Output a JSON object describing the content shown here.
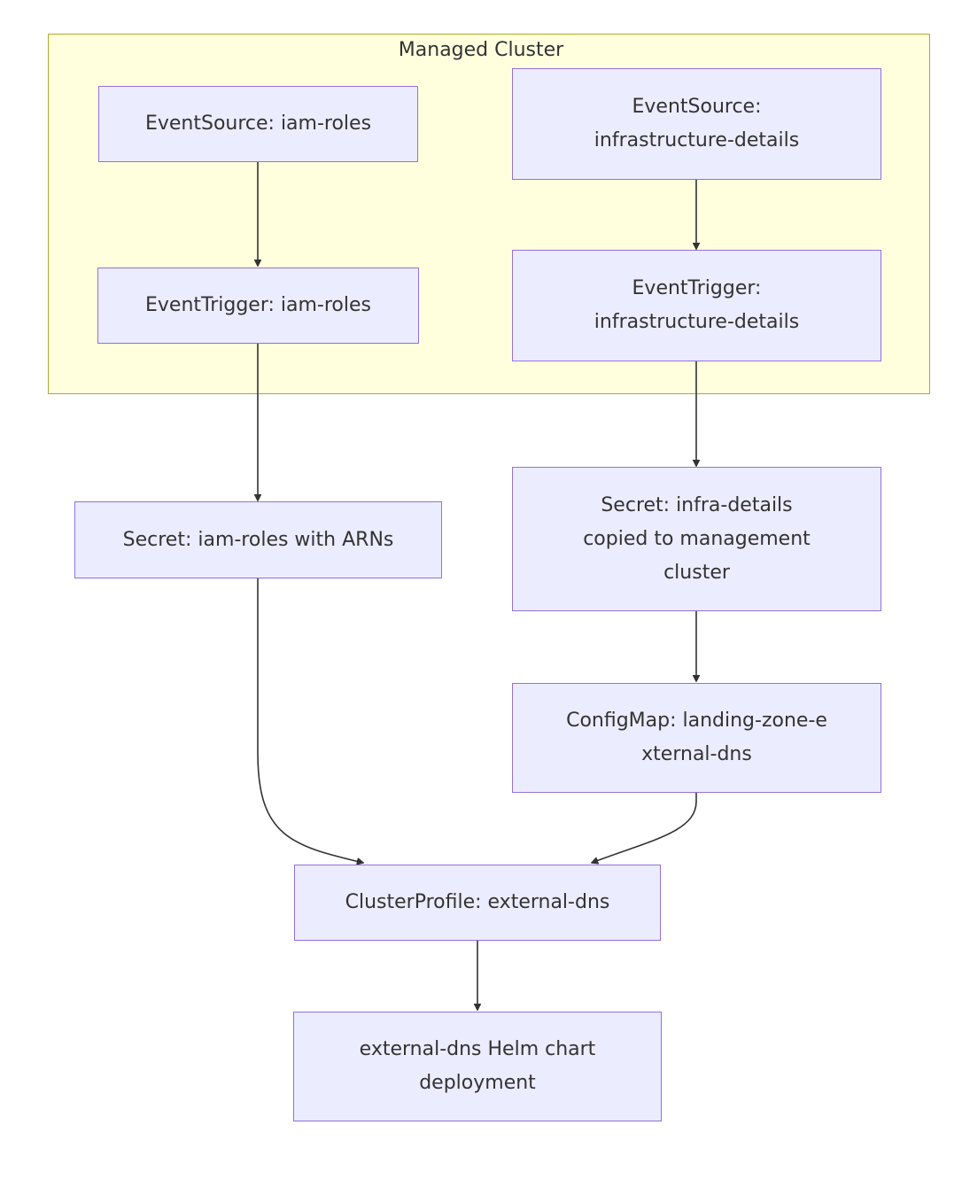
{
  "diagram": {
    "cluster": {
      "label": "Managed Cluster"
    },
    "nodes": {
      "eventsource_iam_roles": "EventSource: iam-roles",
      "eventsource_infra": "EventSource: infrastructure-details",
      "eventtrigger_iam_roles": "EventTrigger: iam-roles",
      "eventtrigger_infra": "EventTrigger: infrastructure-details",
      "secret_iam_roles": "Secret: iam-roles with ARNs",
      "secret_infra": "Secret: infra-details copied to management cluster",
      "configmap": "ConfigMap: landing-zone-external-dns",
      "clusterprofile": "ClusterProfile: external-dns",
      "helm_deployment": "external-dns Helm chart deployment"
    },
    "colors": {
      "node_fill": "#ececff",
      "node_border": "#9370db",
      "cluster_fill": "#ffffde",
      "cluster_border": "#aaaa33",
      "edge": "#333333"
    }
  }
}
